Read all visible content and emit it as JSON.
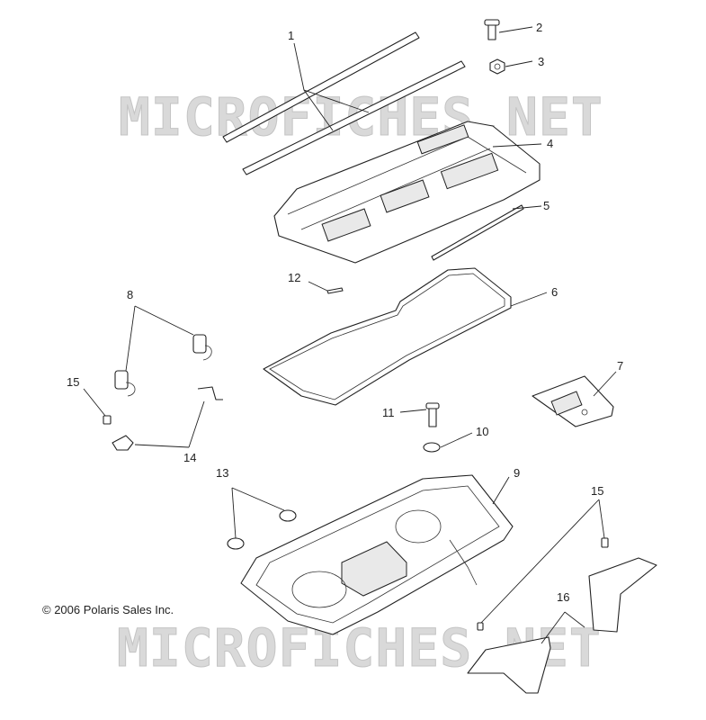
{
  "watermark": {
    "top": "MICROFICHES.NET",
    "bottom": "MICROFICHES.NET"
  },
  "copyright": "© 2006 Polaris Sales Inc.",
  "callouts": {
    "c1": "1",
    "c2": "2",
    "c3": "3",
    "c4": "4",
    "c5": "5",
    "c6": "6",
    "c7": "7",
    "c8": "8",
    "c9": "9",
    "c10": "10",
    "c11": "11",
    "c12": "12",
    "c13": "13",
    "c14": "14",
    "c15a": "15",
    "c15b": "15",
    "c16": "16"
  }
}
